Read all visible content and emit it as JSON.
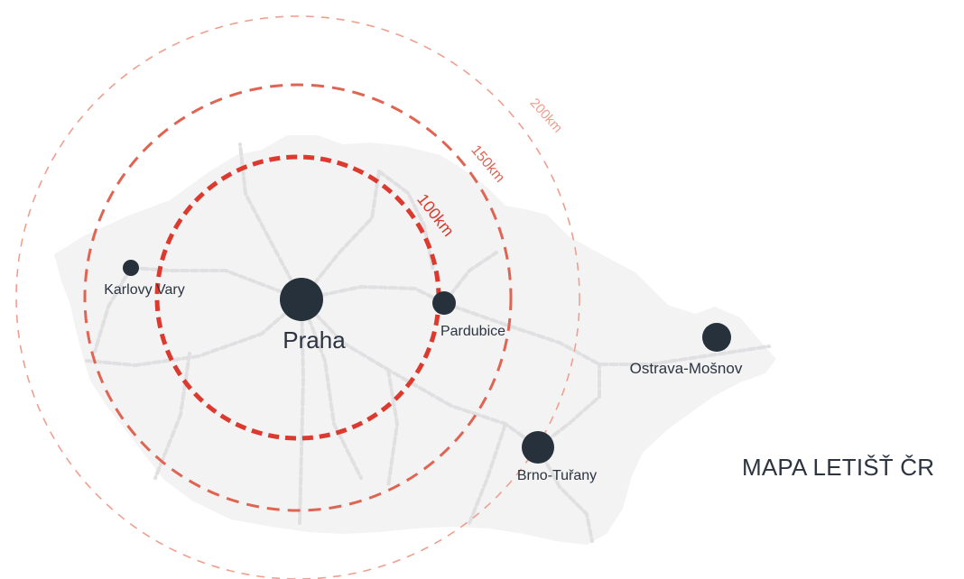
{
  "title": "MAPA LETIŠŤ ČR",
  "colors": {
    "country": "#f3f3f4",
    "roads": "#e0e0e2",
    "marker": "#26313b",
    "label": "#2b3440",
    "ring_100": "#dc3a2e",
    "ring_150": "#e06452",
    "ring_200": "#ef9f8e"
  },
  "rings": [
    {
      "label": "100km"
    },
    {
      "label": "150km"
    },
    {
      "label": "200km"
    }
  ],
  "airports": [
    {
      "name": "Praha"
    },
    {
      "name": "Karlovy Vary"
    },
    {
      "name": "Pardubice"
    },
    {
      "name": "Ostrava-Mošnov"
    },
    {
      "name": "Brno-Tuřany"
    }
  ]
}
